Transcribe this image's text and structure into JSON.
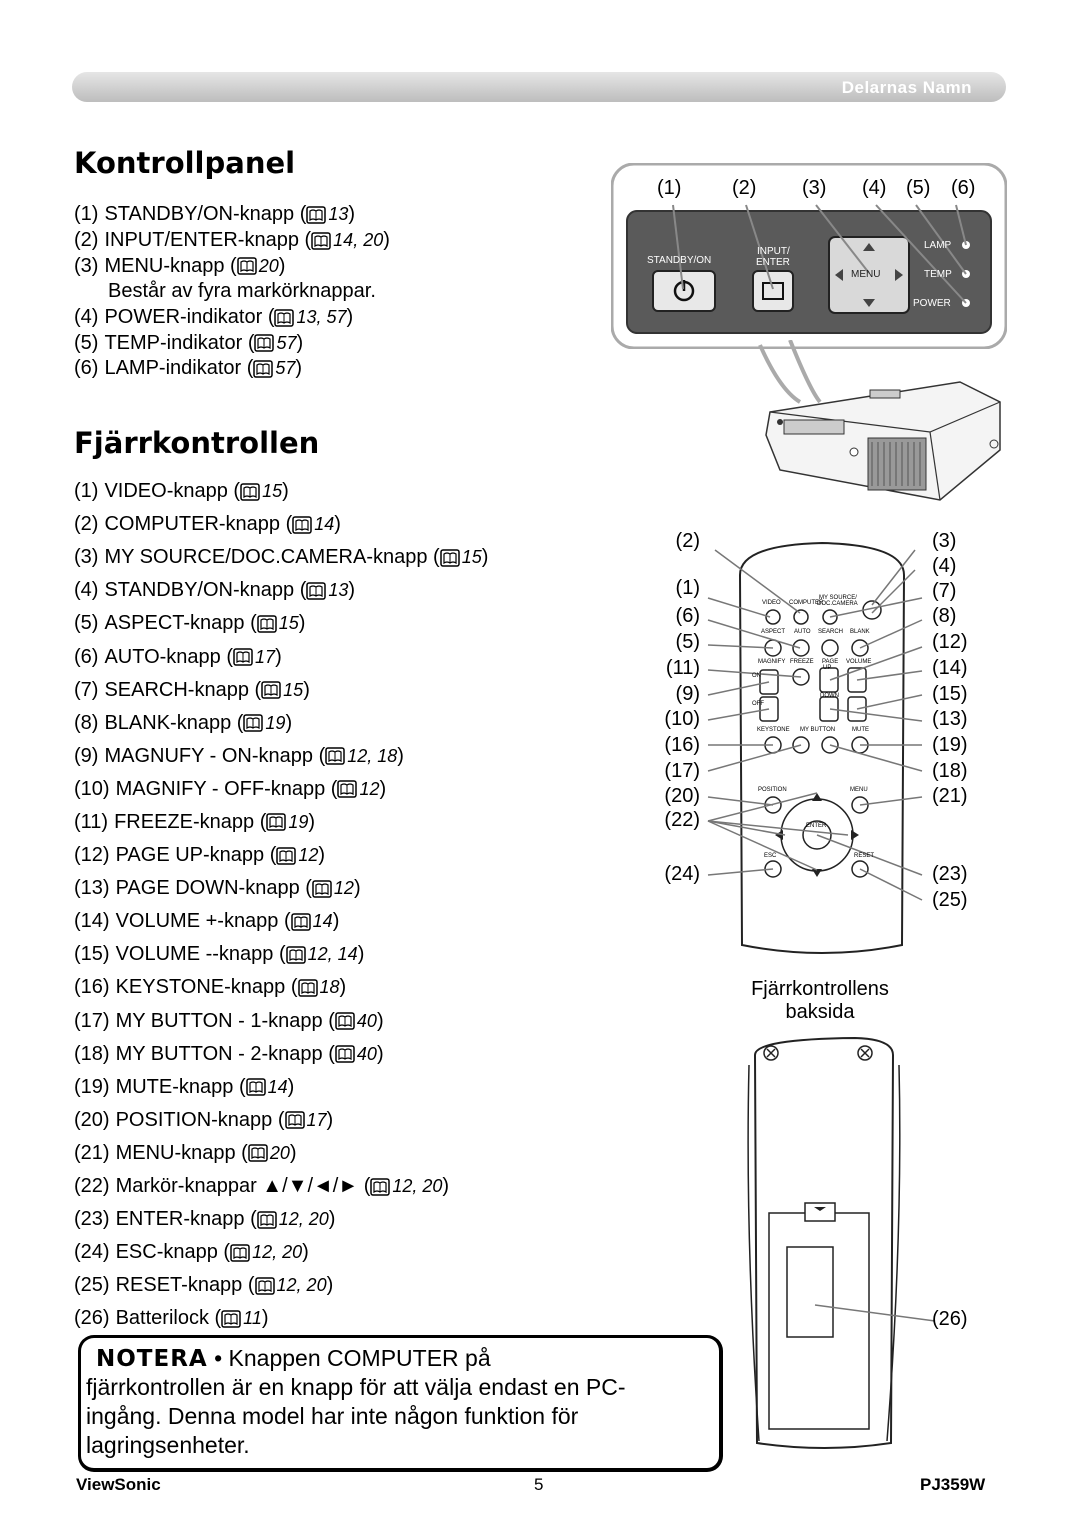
{
  "header": {
    "section": "Delarnas Namn"
  },
  "control_panel": {
    "title": "Kontrollpanel",
    "items": [
      {
        "num": "(1)",
        "label": "STANDBY/ON-knapp (",
        "ref": "13",
        "close": ")"
      },
      {
        "num": "(2)",
        "label": "INPUT/ENTER-knapp (",
        "ref": "14, 20",
        "close": ")"
      },
      {
        "num": "(3)",
        "label": "MENU-knapp (",
        "ref": "20",
        "close": ")"
      },
      {
        "num": "",
        "label": "Består av fyra markörknappar.",
        "ref": "",
        "close": ""
      },
      {
        "num": "(4)",
        "label": "POWER-indikator (",
        "ref": "13, 57",
        "close": ")"
      },
      {
        "num": "(5)",
        "label": "TEMP-indikator (",
        "ref": "57",
        "close": ")"
      },
      {
        "num": "(6)",
        "label": "LAMP-indikator (",
        "ref": "57",
        "close": ")"
      }
    ],
    "diagram_labels": {
      "numbers": [
        "(1)",
        "(2)",
        "(3)",
        "(4)",
        "(5)",
        "(6)"
      ],
      "standby": "STANDBY/ON",
      "input": "INPUT/",
      "enter": "ENTER",
      "menu": "MENU",
      "lamp": "LAMP",
      "temp": "TEMP",
      "power": "POWER"
    }
  },
  "remote": {
    "title": "Fjärrkontrollen",
    "items": [
      {
        "num": "(1)",
        "label": " VIDEO-knapp (",
        "ref": "15",
        "close": ")"
      },
      {
        "num": "(2)",
        "label": "COMPUTER-knapp (",
        "ref": "14",
        "close": ")"
      },
      {
        "num": "(3)",
        "label": "MY SOURCE/DOC.CAMERA-knapp (",
        "ref": "15",
        "close": ")"
      },
      {
        "num": "(4)",
        "label": "STANDBY/ON-knapp (",
        "ref": "13",
        "close": ")"
      },
      {
        "num": "(5)",
        "label": "ASPECT-knapp (",
        "ref": "15",
        "close": ")"
      },
      {
        "num": "(6)",
        "label": "AUTO-knapp (",
        "ref": "17",
        "close": ")"
      },
      {
        "num": "(7)",
        "label": "SEARCH-knapp (",
        "ref": "15",
        "close": ")"
      },
      {
        "num": "(8)",
        "label": "BLANK-knapp (",
        "ref": "19",
        "close": ")"
      },
      {
        "num": "(9)",
        "label": "MAGNUFY - ON-knapp (",
        "ref": "12, 18",
        "close": ")"
      },
      {
        "num": "(10)",
        "label": "MAGNIFY - OFF-knapp (",
        "ref": "12",
        "close": ")"
      },
      {
        "num": "(11)",
        "label": "FREEZE-knapp (",
        "ref": "19",
        "close": ")"
      },
      {
        "num": "(12)",
        "label": "PAGE UP-knapp (",
        "ref": "12",
        "close": ")"
      },
      {
        "num": "(13)",
        "label": "PAGE DOWN-knapp (",
        "ref": "12",
        "close": ")"
      },
      {
        "num": "(14)",
        "label": "VOLUME +-knapp (",
        "ref": "14",
        "close": ")"
      },
      {
        "num": "(15)",
        "label": "VOLUME --knapp (",
        "ref": "12, 14",
        "close": ")"
      },
      {
        "num": "(16)",
        "label": "KEYSTONE-knapp (",
        "ref": "18",
        "close": ")"
      },
      {
        "num": "(17)",
        "label": "MY BUTTON - 1-knapp (",
        "ref": "40",
        "close": ")"
      },
      {
        "num": "(18)",
        "label": "MY BUTTON - 2-knapp (",
        "ref": "40",
        "close": ")"
      },
      {
        "num": "(19)",
        "label": "MUTE-knapp (",
        "ref": "14",
        "close": ")"
      },
      {
        "num": "(20)",
        "label": "POSITION-knapp (",
        "ref": "17",
        "close": ")"
      },
      {
        "num": "(21)",
        "label": "MENU-knapp (",
        "ref": "20",
        "close": ")"
      },
      {
        "num": "(22)",
        "label": "Markör-knappar ▲/▼/◄/► (",
        "ref": "12, 20",
        "close": ")"
      },
      {
        "num": "(23)",
        "label": "ENTER-knapp (",
        "ref": "12, 20",
        "close": ")"
      },
      {
        "num": "(24)",
        "label": "ESC-knapp (",
        "ref": "12, 20",
        "close": ")"
      },
      {
        "num": "(25)",
        "label": "RESET-knapp (",
        "ref": "12, 20",
        "close": ")"
      },
      {
        "num": "(26)",
        "label": "Batterilock (",
        "ref": "11",
        "close": ")"
      }
    ],
    "callouts": {
      "left": [
        "(2)",
        "(1)",
        "(6)",
        "(5)",
        "(11)",
        "(9)",
        "(10)",
        "(16)",
        "(17)",
        "(20)",
        "(22)",
        "(24)"
      ],
      "right": [
        "(3)",
        "(4)",
        "(7)",
        "(8)",
        "(12)",
        "(14)",
        "(15)",
        "(13)",
        "(19)",
        "(18)",
        "(21)",
        "(23)",
        "(25)",
        "(26)"
      ]
    },
    "button_labels": {
      "video": "VIDEO",
      "computer": "COMPUTER",
      "mysource": "MY SOURCE/",
      "doccamera": "DOC.CAMERA",
      "aspect": "ASPECT",
      "auto": "AUTO",
      "search": "SEARCH",
      "blank": "BLANK",
      "magnify": "MAGNIFY",
      "freeze": "FREEZE",
      "page": "PAGE",
      "volume": "VOLUME",
      "on": "ON",
      "off": "OFF",
      "up": "UP",
      "down": "DOWN",
      "keystone": "KEYSTONE",
      "mybutton": "MY BUTTON",
      "mute": "MUTE",
      "position": "POSITION",
      "menu": "MENU",
      "enter": "ENTER",
      "esc": "ESC",
      "reset": "RESET"
    },
    "back_caption_1": "Fjärrkontrollens",
    "back_caption_2": "baksida"
  },
  "note": {
    "label": "NOTERA",
    "line1": "• Knappen COMPUTER på",
    "line2": "fjärrkontrollen är en knapp för att välja endast en PC-",
    "line3": "ingång. Denna model har inte någon funktion för",
    "line4": "lagringsenheter."
  },
  "footer": {
    "brand": "ViewSonic",
    "page": "5",
    "model": "PJ359W"
  }
}
